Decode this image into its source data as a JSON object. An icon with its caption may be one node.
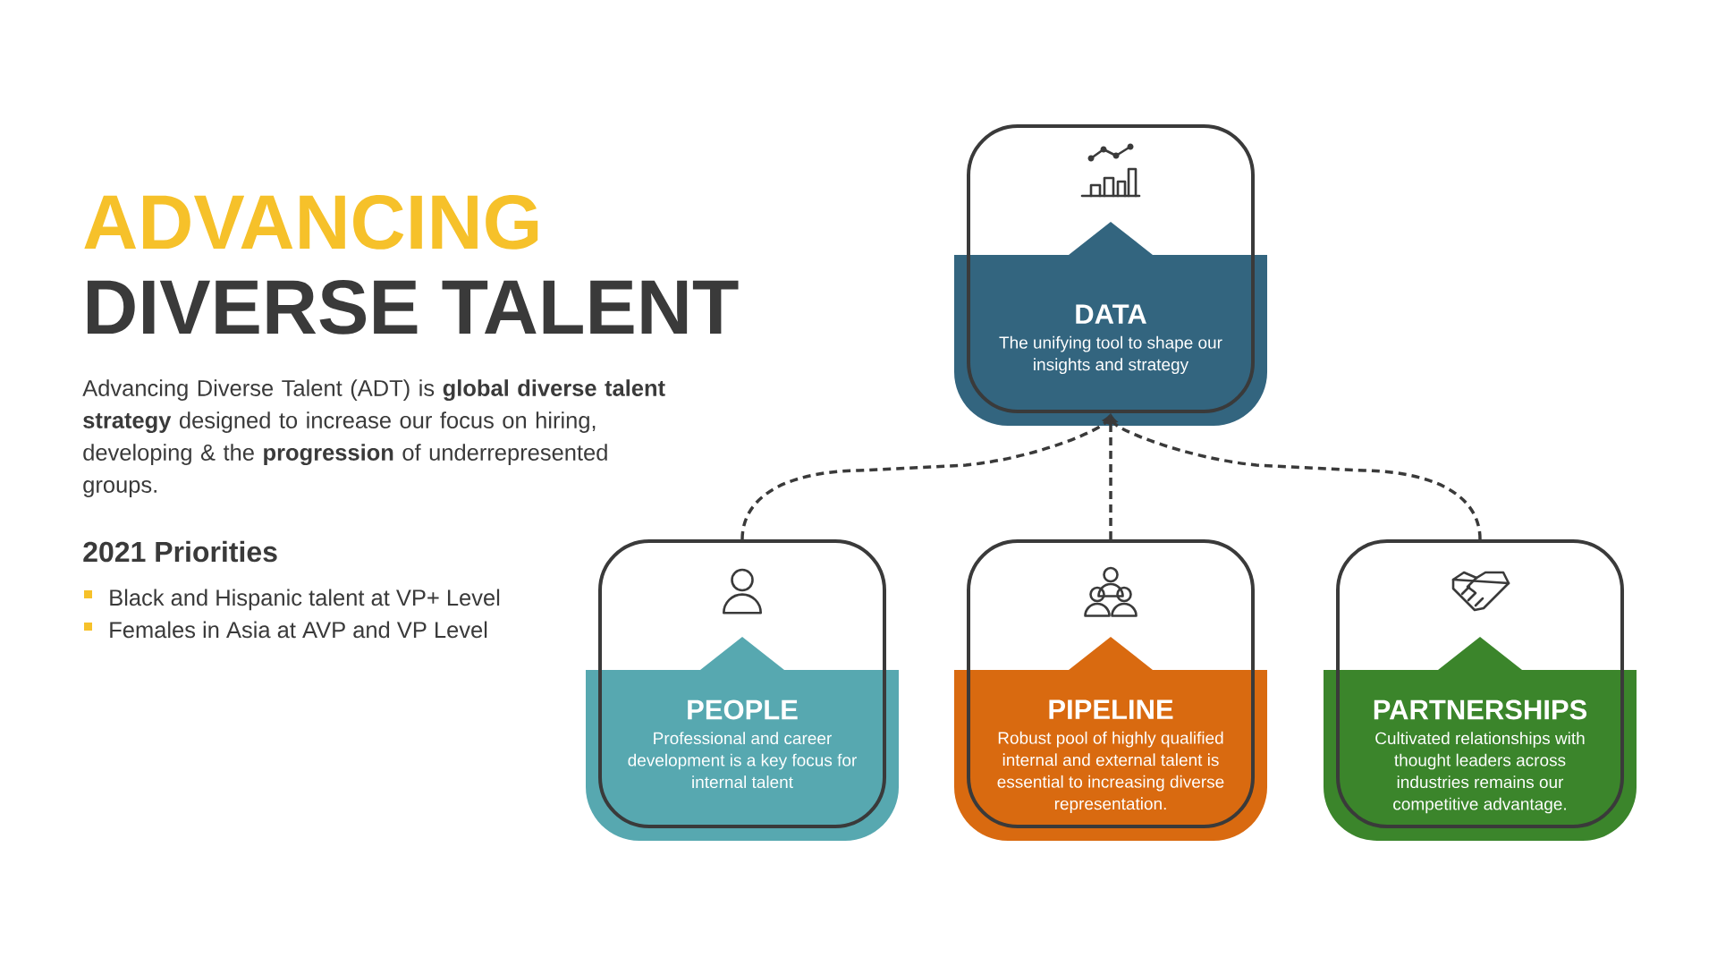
{
  "diagram": {
    "nodes": [
      {
        "text": [
          "DATA",
          "The unifying tool to shape our insights and strategy"
        ]
      },
      {
        "text": [
          "PEOPLE",
          "Professional and career development is a key focus for internal talent"
        ]
      },
      {
        "text": [
          "PIPELINE",
          "Robust pool of highly qualified internal and external talent is essential to increasing diverse representation."
        ]
      },
      {
        "text": [
          "PARTNERSHIPS",
          "Cultivated relationships with thought leaders across industries remains our competitive advantage."
        ]
      }
    ],
    "edges": [
      {
        "from": 1,
        "to": 0,
        "arrow": "to",
        "style": "dashed"
      },
      {
        "from": 2,
        "to": 0,
        "arrow": "to",
        "style": "dashed"
      },
      {
        "from": 3,
        "to": 0,
        "arrow": "to",
        "style": "dashed"
      }
    ],
    "labels": [
      "ADVANCING",
      "DIVERSE TALENT",
      "Advancing Diverse Talent (ADT) is **global diverse talent strategy** designed to increase our focus on hiring, developing & the **progression** of underrepresented groups.",
      "2021 Priorities",
      "Black and Hispanic talent at VP+ Level",
      "Females in Asia at AVP and VP Level"
    ]
  }
}
